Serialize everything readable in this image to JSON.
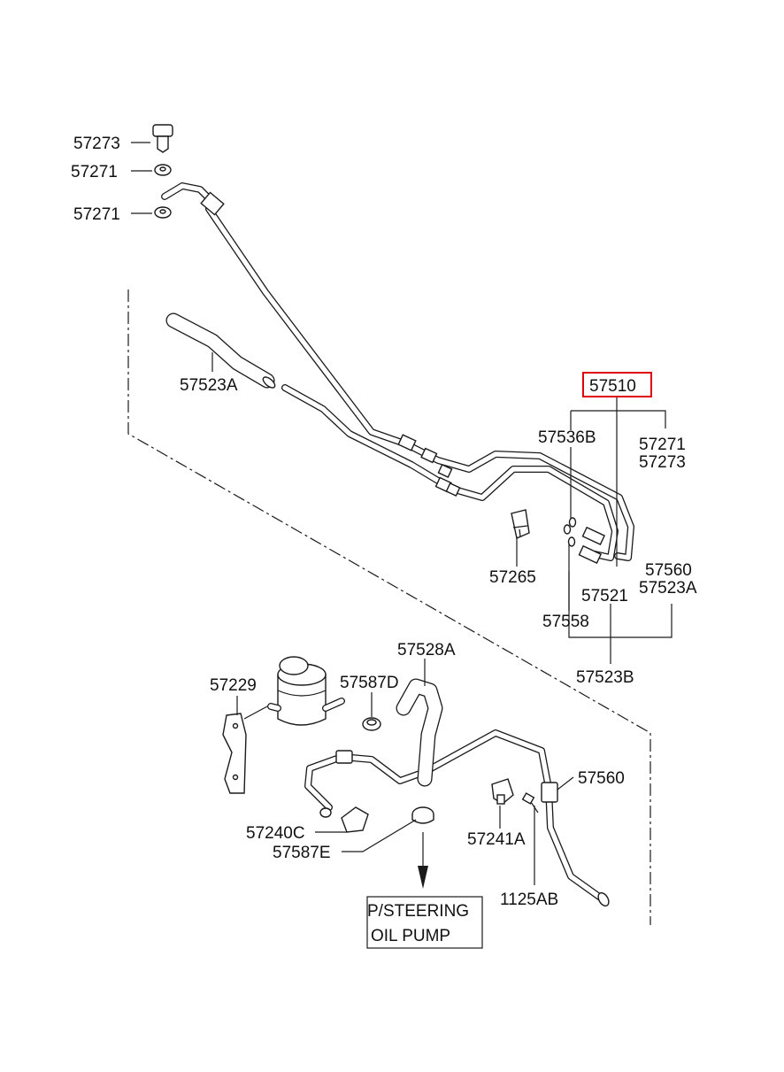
{
  "labels": {
    "l57273_top": "57273",
    "l57271_a": "57271",
    "l57271_b": "57271",
    "l57523A_left": "57523A",
    "l57510": "57510",
    "l57536B": "57536B",
    "l57271_right": "57271",
    "l57273_right": "57273",
    "l57265": "57265",
    "l57560_right": "57560",
    "l57523A_right": "57523A",
    "l57521": "57521",
    "l57558": "57558",
    "l57523B": "57523B",
    "l57528A": "57528A",
    "l57229": "57229",
    "l57587D": "57587D",
    "l57560_lower": "57560",
    "l57240C": "57240C",
    "l57587E": "57587E",
    "l57241A": "57241A",
    "l1125AB": "1125AB",
    "pump_line1": "P/STEERING",
    "pump_line2": "OIL PUMP"
  },
  "colors": {
    "line": "#1a1a1a",
    "highlight": "#e0000b",
    "background": "#ffffff"
  }
}
